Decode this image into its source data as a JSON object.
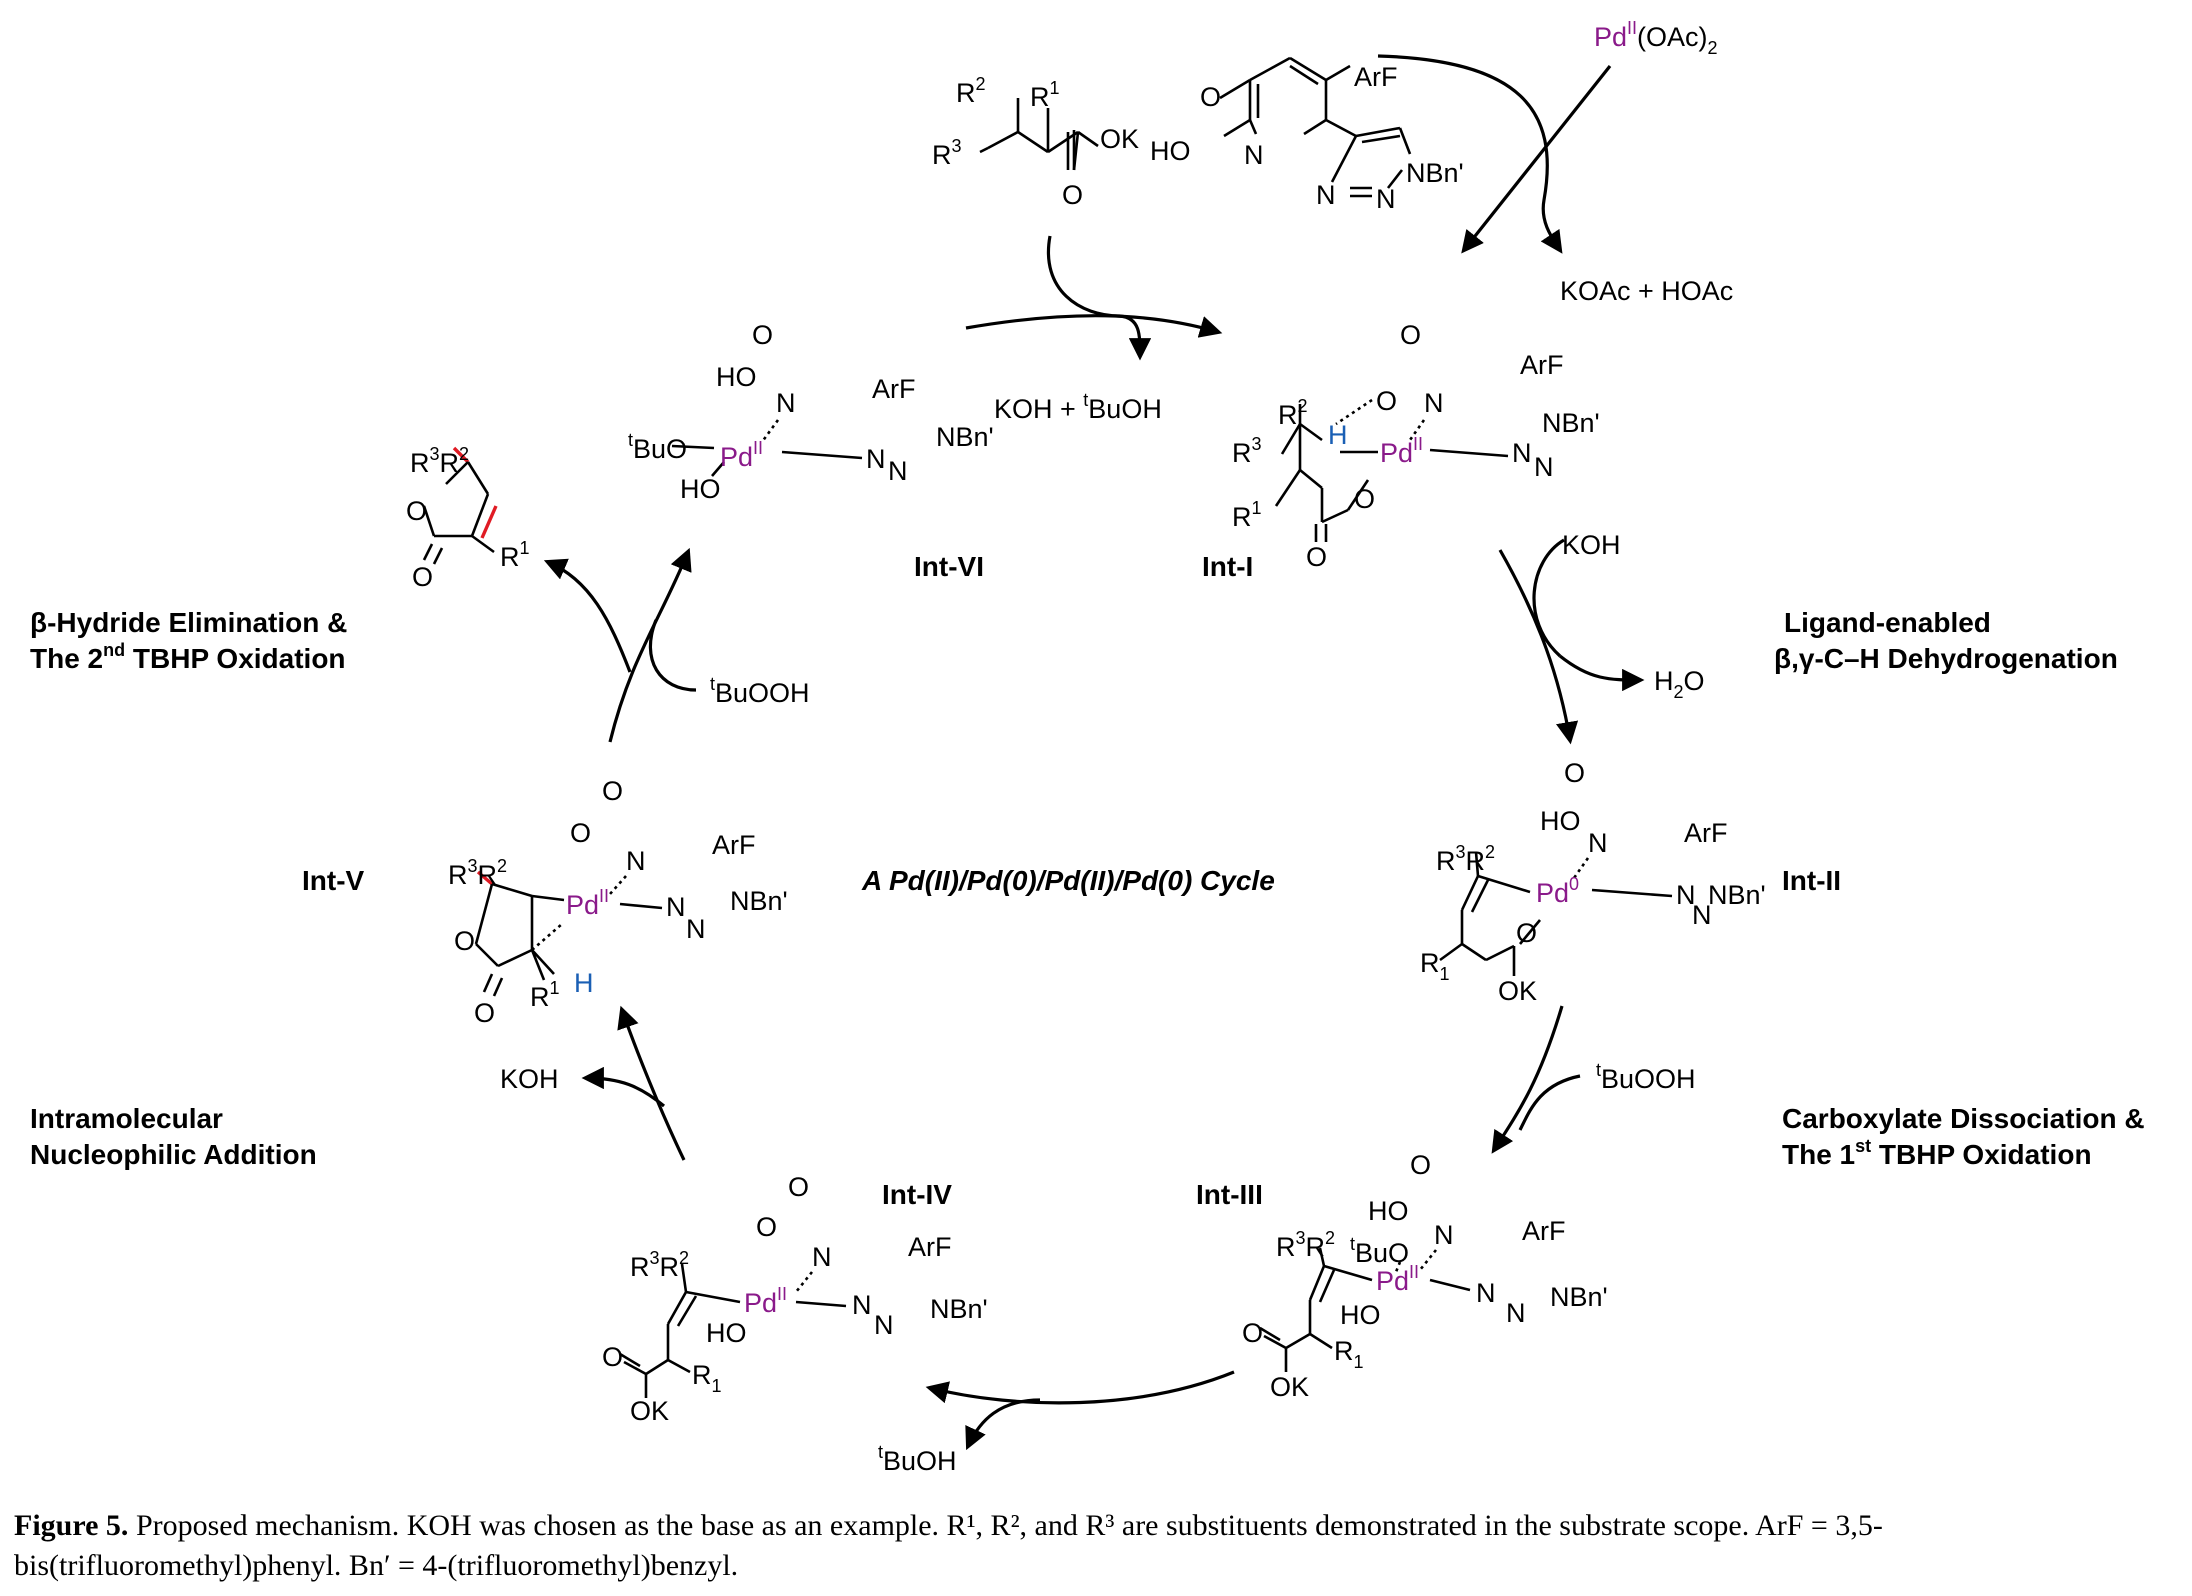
{
  "reagents": {
    "pd_oac2": "Pd",
    "pd_oac2_sup": "II",
    "pd_oac2_rest": "(OAc)",
    "pd_oac2_sub": "2",
    "koac_hoac": "KOAc + HOAc",
    "koh_tbuoh_a": "KOH + ",
    "koh_tbuoh_sup": "t",
    "koh_tbuoh_b": "BuOH",
    "koh_1": "KOH",
    "h2o_a": "H",
    "h2o_sub": "2",
    "h2o_b": "O",
    "tbuooh_sup": "t",
    "tbuooh": "BuOOH",
    "tbuoh_sup": "t",
    "tbuoh": "BuOH",
    "koh_2": "KOH"
  },
  "labels": {
    "int1": "Int-I",
    "int2": "Int-II",
    "int3": "Int-III",
    "int4": "Int-IV",
    "int5": "Int-V",
    "int6": "Int-VI",
    "center": "A Pd(II)/Pd(0)/Pd(II)/Pd(0) Cycle"
  },
  "steps": {
    "dehydro_1": "Ligand-enabled",
    "dehydro_2": "β,γ-C–H Dehydrogenation",
    "carbox_1": "Carboxylate Dissociation &",
    "carbox_2a": "The 1",
    "carbox_2sup": "st",
    "carbox_2b": " TBHP Oxidation",
    "nucleo_1": "Intramolecular",
    "nucleo_2": "Nucleophilic Addition",
    "betah_1": "β-Hydride Elimination &",
    "betah_2a": "The 2",
    "betah_2sup": "nd",
    "betah_2b": " TBHP Oxidation"
  },
  "atoms": {
    "arf": "ArF",
    "nbn": "NBn'",
    "n": "N",
    "o": "O",
    "ho": "HO",
    "h": "H",
    "ok": "OK",
    "o_k": "O",
    "k": "K",
    "pd": "Pd",
    "pd2": "II",
    "pd0": "0",
    "r": "R",
    "r1": "1",
    "r2": "2",
    "r3": "3",
    "tbu_sup": "t",
    "tbu": "Bu"
  },
  "caption": {
    "figure": "Figure 5.",
    "text": " Proposed mechanism. KOH was chosen as the base as an example. R¹, R², and R³ are substituents demonstrated in the substrate scope. ArF = 3,5-bis(trifluoromethyl)phenyl. Bn′ = 4-(trifluoromethyl)benzyl."
  }
}
